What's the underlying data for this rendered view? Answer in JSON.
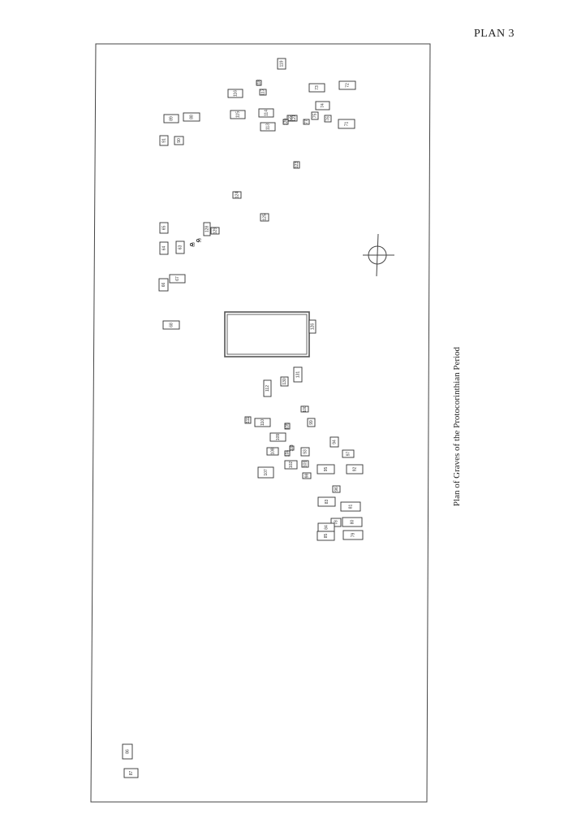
{
  "page": {
    "plan_label": "PLAN 3",
    "caption": "Plan of Graves of the Protocorinthian Period"
  },
  "graves": [
    {
      "id": "119",
      "label": "119",
      "shape": "rect"
    },
    {
      "id": "118",
      "label": "118",
      "shape": "rect"
    },
    {
      "id": "117",
      "label": "117",
      "shape": "rect"
    },
    {
      "id": "73",
      "label": "73",
      "shape": "rect"
    },
    {
      "id": "72",
      "label": "72",
      "shape": "rect"
    },
    {
      "id": "116",
      "label": "116",
      "shape": "rect"
    },
    {
      "id": "74",
      "label": "74",
      "shape": "rect"
    },
    {
      "id": "115",
      "label": "115",
      "shape": "rect"
    },
    {
      "id": "114",
      "label": "114",
      "shape": "rect"
    },
    {
      "id": "89",
      "label": "89",
      "shape": "rect"
    },
    {
      "id": "88",
      "label": "88",
      "shape": "rect"
    },
    {
      "id": "122",
      "label": "122",
      "shape": "rect"
    },
    {
      "id": "75",
      "label": "75",
      "shape": "rect"
    },
    {
      "id": "76",
      "label": "76",
      "shape": "rect"
    },
    {
      "id": "77",
      "label": "77",
      "shape": "rect"
    },
    {
      "id": "121",
      "label": "121",
      "shape": "rect"
    },
    {
      "id": "120",
      "label": "120",
      "shape": "rect"
    },
    {
      "id": "113",
      "label": "113",
      "shape": "rect"
    },
    {
      "id": "71",
      "label": "71",
      "shape": "rect"
    },
    {
      "id": "91",
      "label": "91",
      "shape": "rect"
    },
    {
      "id": "90",
      "label": "90",
      "shape": "rect"
    },
    {
      "id": "123",
      "label": "123",
      "shape": "rect"
    },
    {
      "id": "124",
      "label": "124",
      "shape": "rect"
    },
    {
      "id": "125",
      "label": "125",
      "shape": "rect"
    },
    {
      "id": "65",
      "label": "65",
      "shape": "rect"
    },
    {
      "id": "128",
      "label": "128",
      "shape": "rect"
    },
    {
      "id": "129",
      "label": "129",
      "shape": "rect"
    },
    {
      "id": "70",
      "label": "70",
      "shape": "dot"
    },
    {
      "id": "69",
      "label": "69",
      "shape": "dot"
    },
    {
      "id": "64",
      "label": "64",
      "shape": "rect"
    },
    {
      "id": "63",
      "label": "63",
      "shape": "rect"
    },
    {
      "id": "66",
      "label": "66",
      "shape": "rect"
    },
    {
      "id": "67",
      "label": "67",
      "shape": "rect"
    },
    {
      "id": "68",
      "label": "68",
      "shape": "rect"
    },
    {
      "id": "112",
      "label": "112",
      "shape": "rect"
    },
    {
      "id": "130",
      "label": "130",
      "shape": "rect"
    },
    {
      "id": "131",
      "label": "131",
      "shape": "rect"
    },
    {
      "id": "100",
      "label": "100",
      "shape": "rect"
    },
    {
      "id": "111",
      "label": "111",
      "shape": "rect"
    },
    {
      "id": "110",
      "label": "110",
      "shape": "rect"
    },
    {
      "id": "105",
      "label": "105",
      "shape": "rect"
    },
    {
      "id": "99",
      "label": "99",
      "shape": "rect"
    },
    {
      "id": "109",
      "label": "109",
      "shape": "rect"
    },
    {
      "id": "94",
      "label": "94",
      "shape": "rect"
    },
    {
      "id": "108",
      "label": "108",
      "shape": "rect"
    },
    {
      "id": "104",
      "label": "104",
      "shape": "rect"
    },
    {
      "id": "103",
      "label": "103",
      "shape": "rect"
    },
    {
      "id": "97",
      "label": "97",
      "shape": "rect"
    },
    {
      "id": "93",
      "label": "93",
      "shape": "rect"
    },
    {
      "id": "107",
      "label": "107",
      "shape": "rect"
    },
    {
      "id": "102",
      "label": "102",
      "shape": "rect"
    },
    {
      "id": "101",
      "label": "101",
      "shape": "rect"
    },
    {
      "id": "95",
      "label": "95",
      "shape": "rect"
    },
    {
      "id": "92",
      "label": "92",
      "shape": "rect"
    },
    {
      "id": "98",
      "label": "98",
      "shape": "rect"
    },
    {
      "id": "96",
      "label": "96",
      "shape": "rect"
    },
    {
      "id": "83",
      "label": "83",
      "shape": "rect"
    },
    {
      "id": "81",
      "label": "81",
      "shape": "rect"
    },
    {
      "id": "78",
      "label": "78",
      "shape": "rect"
    },
    {
      "id": "80",
      "label": "80",
      "shape": "rect"
    },
    {
      "id": "84",
      "label": "84",
      "shape": "rect"
    },
    {
      "id": "85",
      "label": "85",
      "shape": "rect"
    },
    {
      "id": "79",
      "label": "79",
      "shape": "rect"
    },
    {
      "id": "86",
      "label": "86",
      "shape": "rect"
    },
    {
      "id": "87",
      "label": "87",
      "shape": "rect"
    }
  ],
  "building": {
    "label": "126"
  }
}
